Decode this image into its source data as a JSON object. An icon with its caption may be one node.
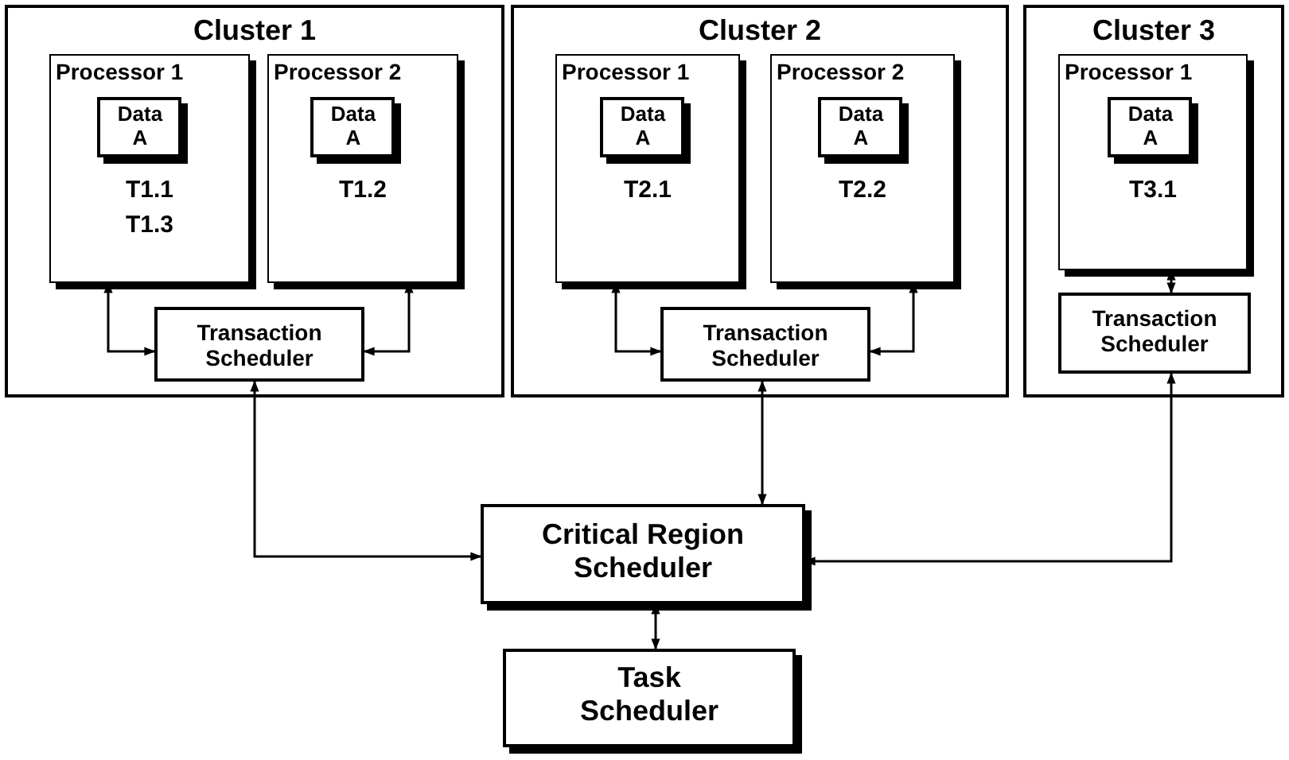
{
  "diagram": {
    "nodes": [
      {
        "text": [
          "Cluster 1"
        ]
      },
      {
        "text": [
          "Processor 1",
          "T1.1",
          "T1.3"
        ],
        "in": 0
      },
      {
        "text": [
          "Data A"
        ],
        "in": 1
      },
      {
        "text": [
          "Processor 2",
          "T1.2"
        ],
        "in": 0
      },
      {
        "text": [
          "Data A"
        ],
        "in": 3
      },
      {
        "text": [
          "Transaction Scheduler"
        ],
        "in": 0
      },
      {
        "text": [
          "Cluster 2"
        ]
      },
      {
        "text": [
          "Processor 1",
          "T2.1"
        ],
        "in": 6
      },
      {
        "text": [
          "Data A"
        ],
        "in": 7
      },
      {
        "text": [
          "Processor 2",
          "T2.2"
        ],
        "in": 6
      },
      {
        "text": [
          "Data A"
        ],
        "in": 9
      },
      {
        "text": [
          "Transaction Scheduler"
        ],
        "in": 6
      },
      {
        "text": [
          "Cluster 3"
        ]
      },
      {
        "text": [
          "Processor 1",
          "T3.1"
        ],
        "in": 12
      },
      {
        "text": [
          "Data A"
        ],
        "in": 13
      },
      {
        "text": [
          "Transaction Scheduler"
        ],
        "in": 12
      },
      {
        "text": [
          "Critical Region Scheduler"
        ]
      },
      {
        "text": [
          "Task Scheduler"
        ]
      }
    ],
    "edges": [
      {
        "from": 1,
        "to": 5,
        "arrow": "both"
      },
      {
        "from": 3,
        "to": 5,
        "arrow": "both"
      },
      {
        "from": 7,
        "to": 11,
        "arrow": "both"
      },
      {
        "from": 9,
        "to": 11,
        "arrow": "both"
      },
      {
        "from": 13,
        "to": 15,
        "arrow": "both"
      },
      {
        "from": 5,
        "to": 16,
        "arrow": "both"
      },
      {
        "from": 11,
        "to": 16,
        "arrow": "both"
      },
      {
        "from": 15,
        "to": 16,
        "arrow": "both"
      },
      {
        "from": 16,
        "to": 17,
        "arrow": "both"
      }
    ]
  }
}
